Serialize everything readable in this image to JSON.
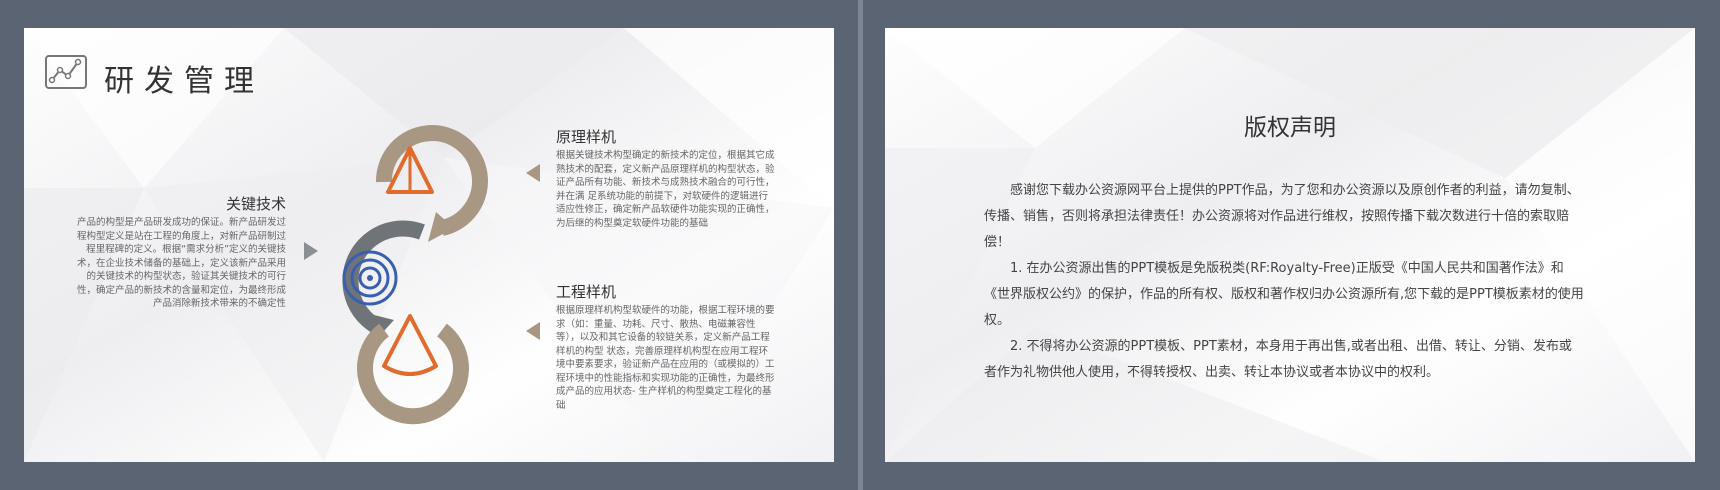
{
  "left_slide": {
    "title": "研发管理",
    "key_tech": {
      "heading": "关键技术",
      "text": "产品的构型是产品研发成功的保证。新产品研发过程构型定义是站在工程的角度上，对新产品研制过程里程碑的定义。根据“需求分析”定义的关键技术，在企业技术储备的基础上，定义该新产品采用的关键技术的构型状态，验证其关键技术的可行性，确定产品的新技术的含量和定位，为最终形成产品消除新技术带来的不确定性"
    },
    "principle": {
      "heading": "原理样机",
      "text": "根据关键技术构型确定的新技术的定位，根据其它成熟技术的配套，定义新产品原理样机的构型状态，验证产品所有功能、新技术与成熟技术融合的可行性，并在满 足系统功能的前提下，对软硬件的逻辑进行适应性修正，确定新产品软硬件功能实现的正确性，为后继的构型奠定软硬件功能的基础"
    },
    "engineering": {
      "heading": "工程样机",
      "text": "根据原理样机构型软硬件的功能，根据工程环境的要求（如：重量、功耗、尺寸、散热、电磁兼容性等），以及和其它设备的较链关系，定义新产品工程样机的构型 状态，完善原理样机构型在应用工程环境中要素要求，验证新产品在应用的（或模拟的）工程环境中的性能指标和实现功能的正确性，为最终形成产品的应用状态- 生产样机的构型奠定工程化的基础"
    },
    "colors": {
      "tan": "#a89782",
      "grey": "#6f7478",
      "orange": "#e06b2c",
      "blue": "#3a5fb0"
    }
  },
  "right_slide": {
    "title": "版权声明",
    "paragraphs": [
      "感谢您下载办公资源网平台上提供的PPT作品，为了您和办公资源以及原创作者的利益，请勿复制、传播、销售，否则将承担法律责任！办公资源将对作品进行维权，按照传播下载次数进行十倍的索取赔偿！",
      "1. 在办公资源出售的PPT模板是免版税类(RF:Royalty-Free)正版受《中国人民共和国著作法》和《世界版权公约》的保护，作品的所有权、版权和著作权归办公资源所有,您下载的是PPT模板素材的使用权。",
      "2. 不得将办公资源的PPT模板、PPT素材，本身用于再出售,或者出租、出借、转让、分销、发布或者作为礼物供他人使用，不得转授权、出卖、转让本协议或者本协议中的权利。"
    ]
  }
}
